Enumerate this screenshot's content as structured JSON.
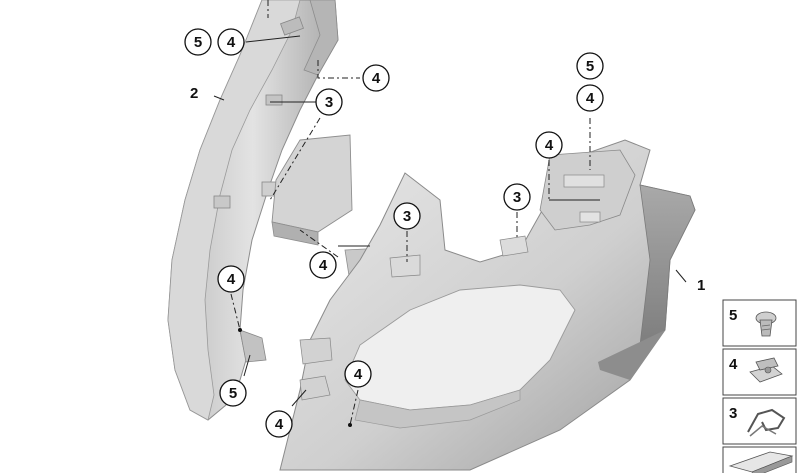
{
  "diagram": {
    "parts": [
      {
        "id": "part-1",
        "label": "1"
      },
      {
        "id": "part-2",
        "label": "2"
      }
    ],
    "callouts": [
      {
        "id": "c-5-top-left",
        "label": "5"
      },
      {
        "id": "c-4-top-left",
        "label": "4"
      },
      {
        "id": "c-4-upper-mid",
        "label": "4"
      },
      {
        "id": "c-3-upper-mid",
        "label": "3"
      },
      {
        "id": "c-5-top-right",
        "label": "5"
      },
      {
        "id": "c-4-top-right",
        "label": "4"
      },
      {
        "id": "c-4-right-mid",
        "label": "4"
      },
      {
        "id": "c-3-right-mid",
        "label": "3"
      },
      {
        "id": "c-3-center",
        "label": "3"
      },
      {
        "id": "c-4-center",
        "label": "4"
      },
      {
        "id": "c-4-left-low",
        "label": "4"
      },
      {
        "id": "c-5-left-low",
        "label": "5"
      },
      {
        "id": "c-4-bottom-mid",
        "label": "4"
      },
      {
        "id": "c-4-bottom-left",
        "label": "4"
      }
    ],
    "legend": [
      {
        "id": "legend-5",
        "label": "5",
        "icon": "screw-icon"
      },
      {
        "id": "legend-4",
        "label": "4",
        "icon": "clip-nut-icon"
      },
      {
        "id": "legend-3",
        "label": "3",
        "icon": "spring-clip-icon"
      },
      {
        "id": "legend-extra",
        "label": "",
        "icon": "wedge-pad-icon"
      }
    ]
  }
}
